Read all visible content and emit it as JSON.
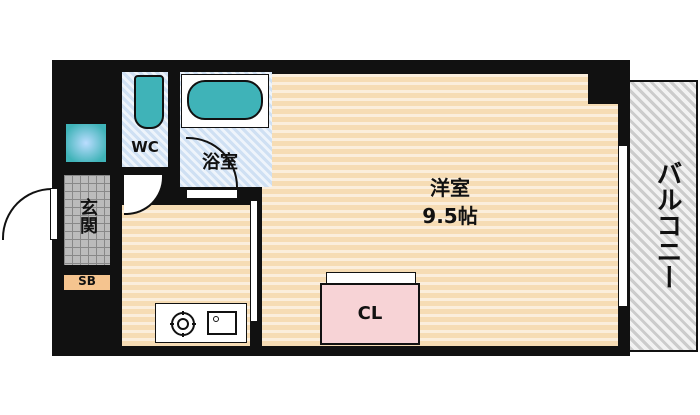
{
  "rooms": {
    "western_room": {
      "name": "洋室",
      "size": "9.5帖"
    },
    "bath": "浴室",
    "wc": "WC",
    "entrance": "玄関",
    "shoe_box": "SB",
    "closet": "CL",
    "balcony": "バルコニー"
  },
  "colors": {
    "floor": "#f6dcb4",
    "wet_area": "#cfe0f3",
    "closet": "#f7d3d6",
    "fixture": "#3fb3b8",
    "shoe_box": "#f5c48f"
  }
}
